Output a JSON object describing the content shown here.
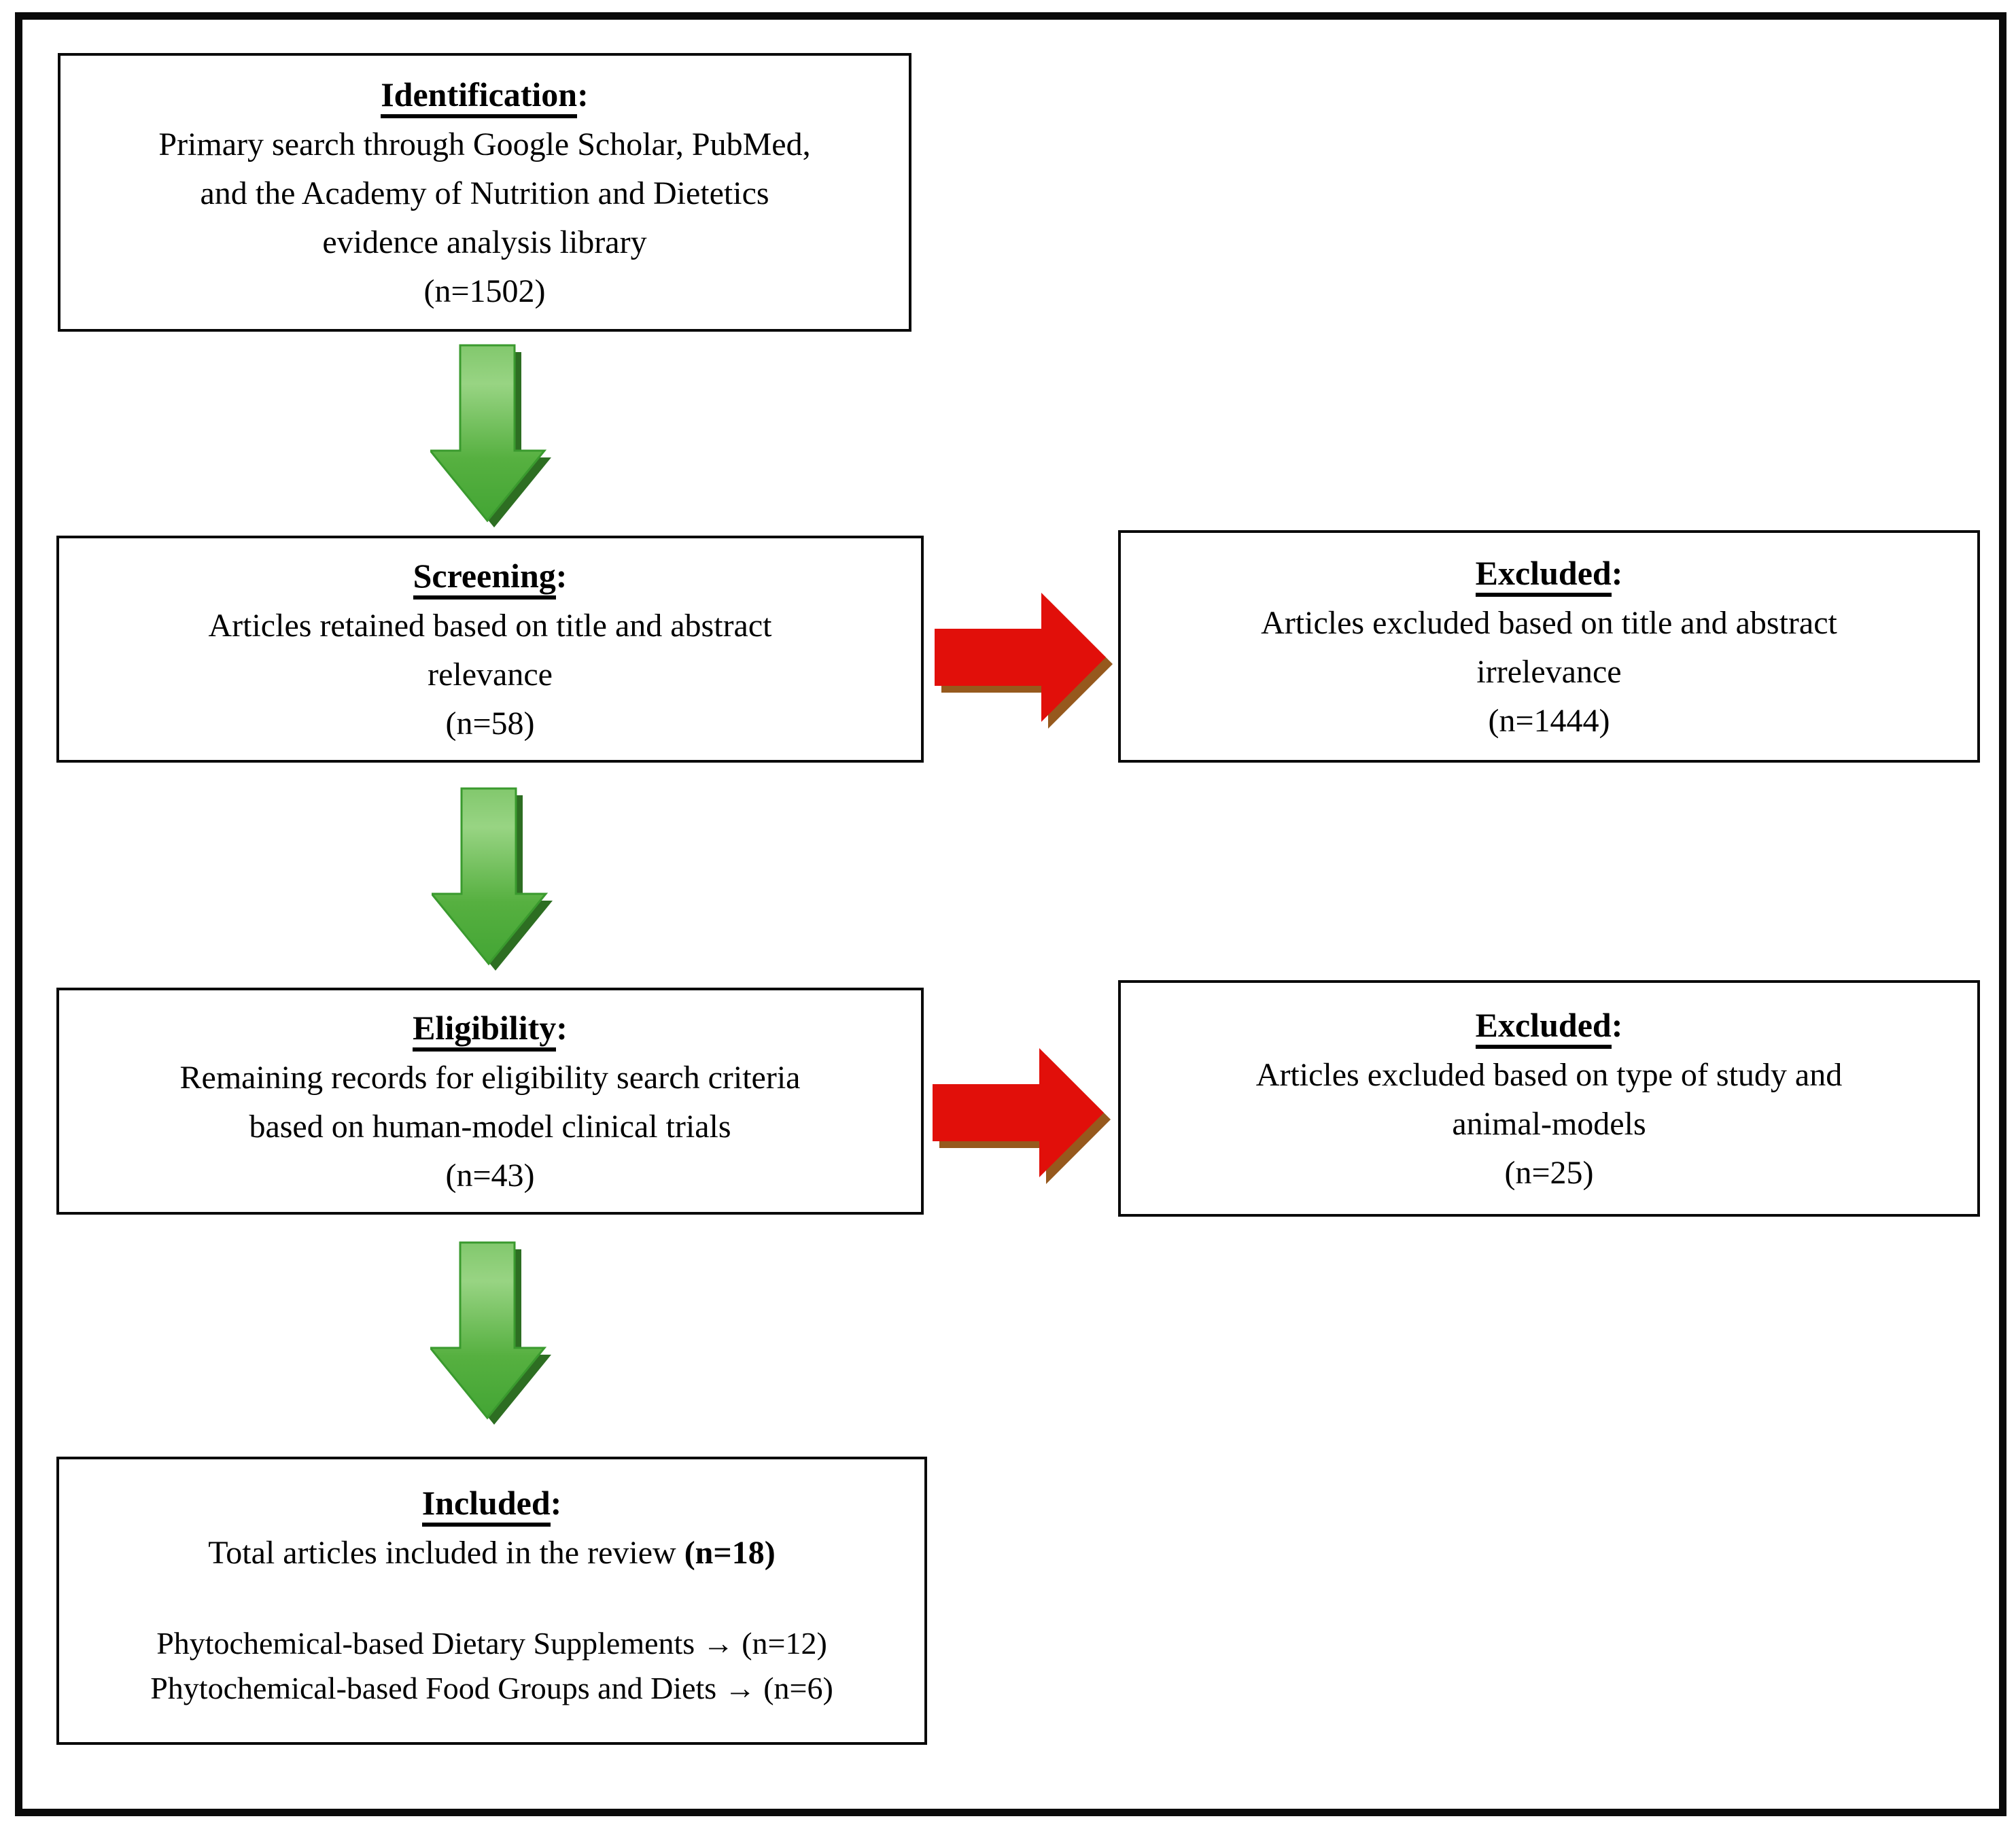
{
  "figure": {
    "type": "prisma-flow-diagram"
  },
  "colors": {
    "background": "#ffffff",
    "box_border": "#0a0a0a",
    "green_top": "#82c86d",
    "green_light": "#98d483",
    "green_mid": "#56b040",
    "green_bottom": "#43a534",
    "green_stroke": "#3a9a2e",
    "green_shadow": "#2d6e22",
    "red_fill": "#e10f0a",
    "red_shadow": "#96591d"
  },
  "boxes": {
    "identification": {
      "title": "Identification",
      "colon": ":",
      "lines": [
        "Primary search through Google Scholar, PubMed,",
        "and the Academy of Nutrition and Dietetics",
        "evidence analysis library",
        "(n=1502)"
      ]
    },
    "screening": {
      "title": "Screening",
      "colon": ":",
      "lines": [
        "Articles retained based on title and abstract",
        "relevance",
        "(n=58)"
      ]
    },
    "excluded1": {
      "title": "Excluded",
      "colon": ":",
      "lines": [
        "Articles excluded based on title and abstract",
        "irrelevance",
        "(n=1444)"
      ]
    },
    "eligibility": {
      "title": "Eligibility",
      "colon": ":",
      "lines": [
        "Remaining records for eligibility search criteria",
        "based on human-model clinical trials",
        "(n=43)"
      ]
    },
    "excluded2": {
      "title": "Excluded",
      "colon": ":",
      "lines": [
        "Articles excluded based on type of study and",
        "animal-models",
        "(n=25)"
      ]
    },
    "included": {
      "title": "Included",
      "colon": ":",
      "total_prefix": "Total articles included in the review ",
      "total_n": "(n=18)",
      "arrow_glyph": "→",
      "sub_items": [
        {
          "label": "Phytochemical-based Dietary Supplements ",
          "n": " (n=12)"
        },
        {
          "label": "Phytochemical-based Food Groups and Diets ",
          "n": " (n=6)"
        }
      ]
    }
  }
}
